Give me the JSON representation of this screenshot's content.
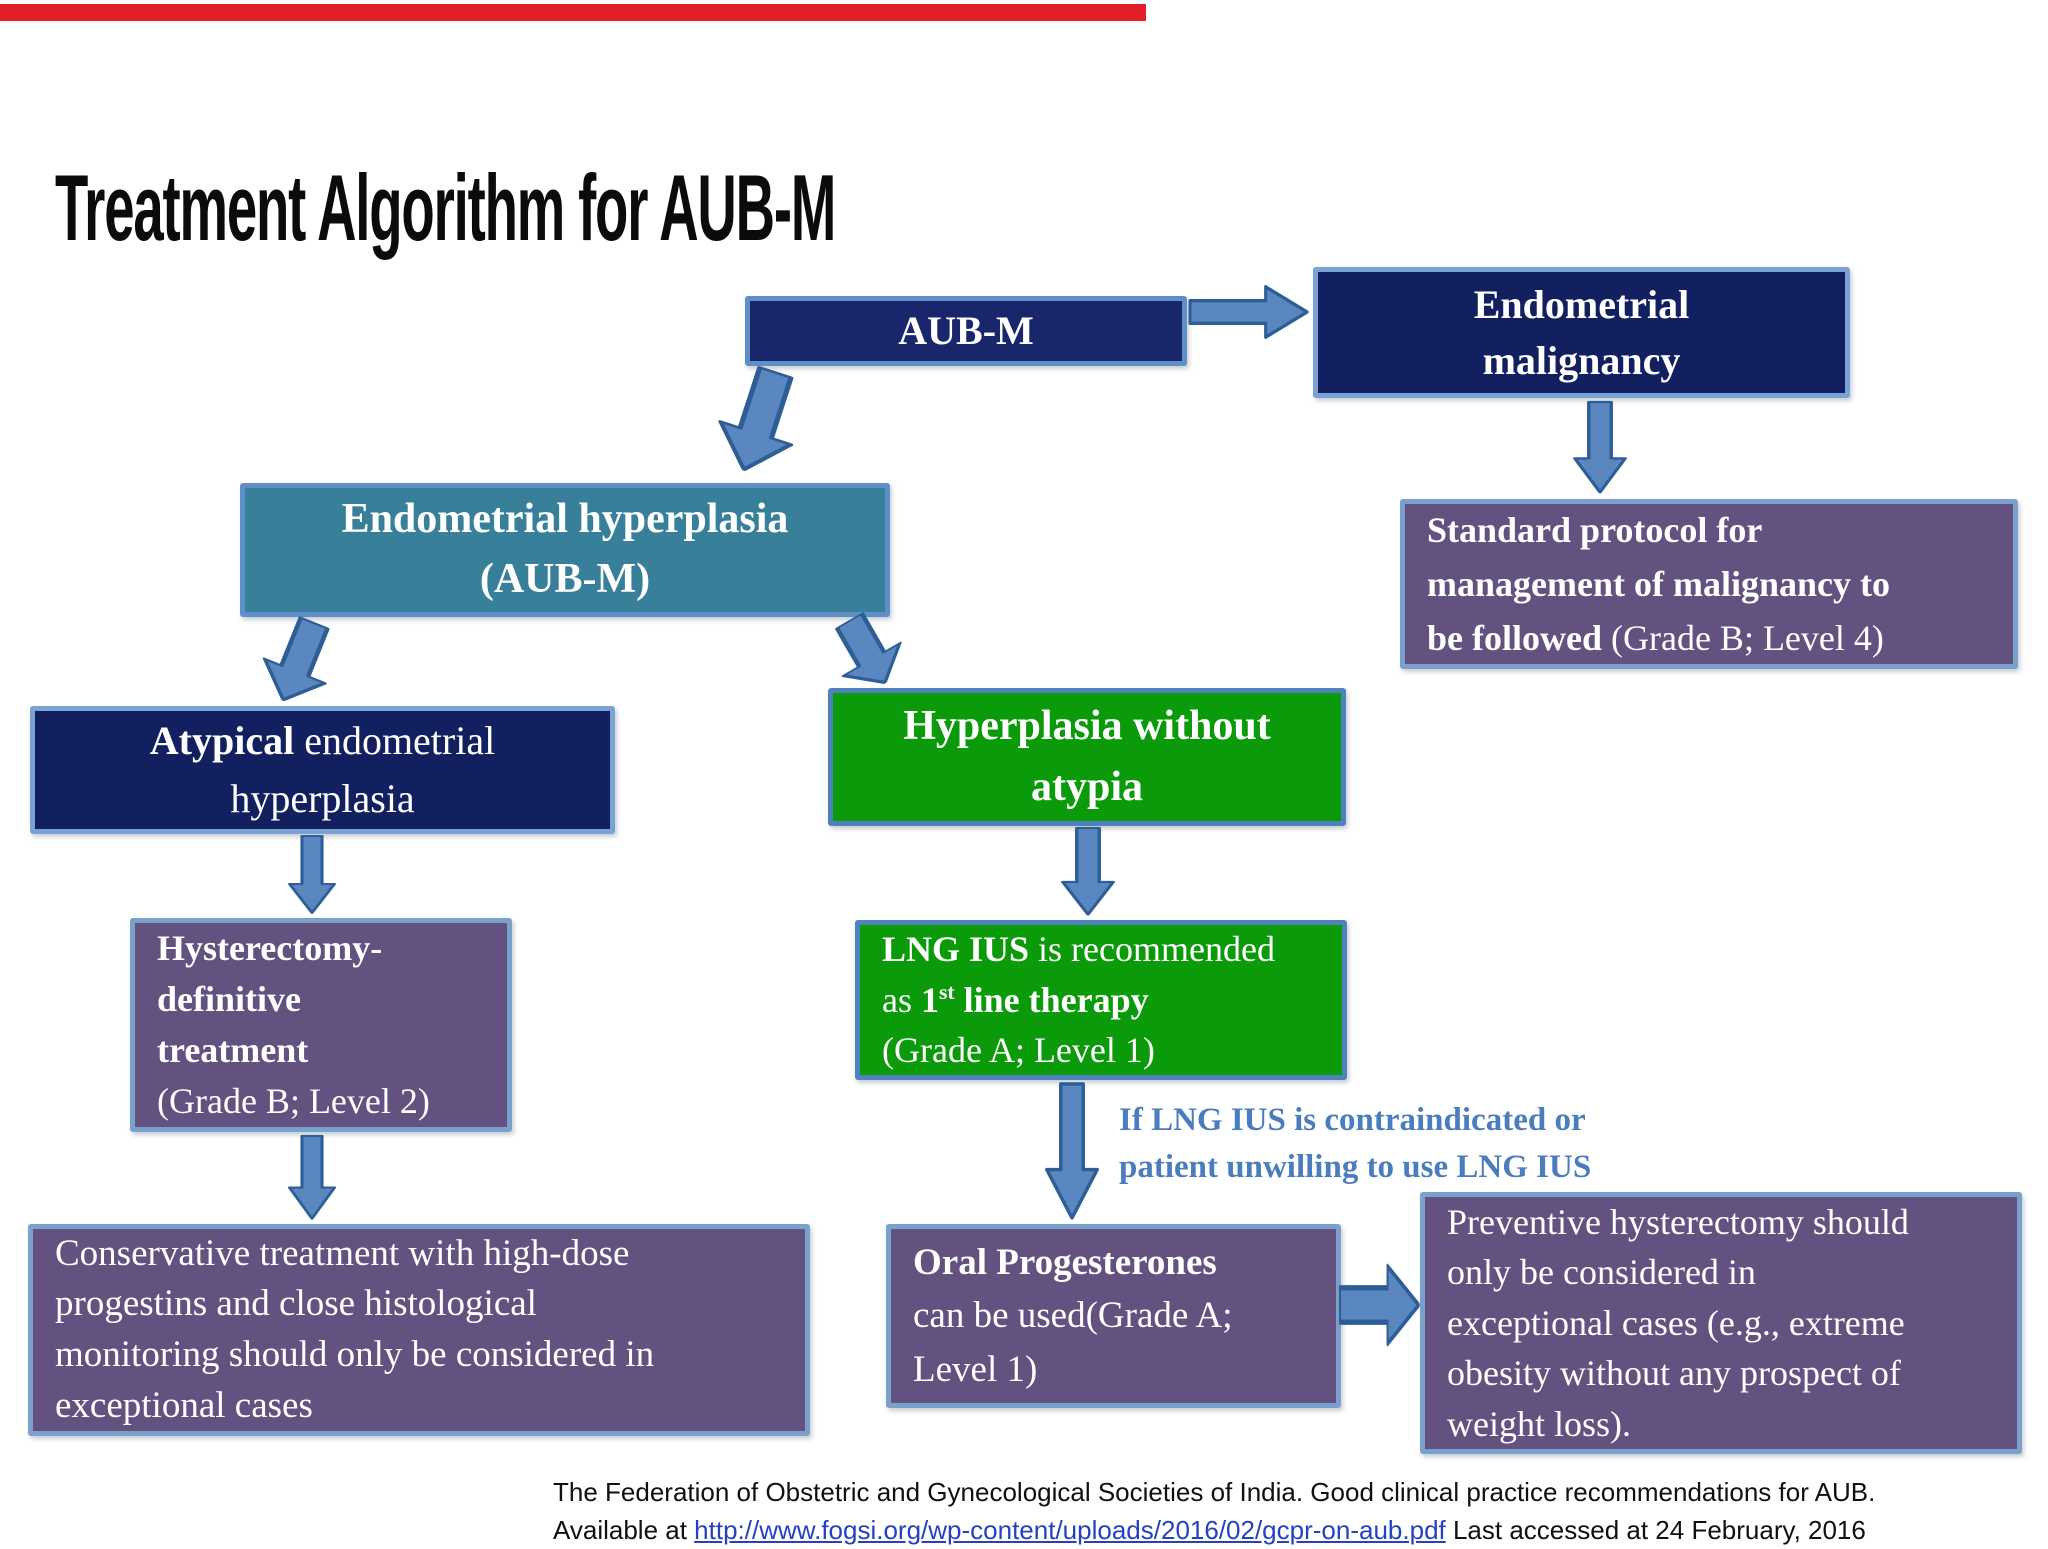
{
  "title": "Treatment Algorithm for AUB-M",
  "palette": {
    "top_bar_red": "#e21f26",
    "navy_box": "#19266b",
    "teal_box": "#38809a",
    "green_box": "#0a9a0a",
    "purple_box": "#63517f",
    "box_border_blue": "#5e8fc7",
    "arrow_blue": "#5b87c0",
    "note_blue": "#4a7dbd",
    "link_blue": "#2441c5"
  },
  "nodes": {
    "aubm": {
      "color": "navy",
      "lines": [
        [
          {
            "t": "AUB-M",
            "b": true
          }
        ]
      ]
    },
    "em": {
      "color": "navy",
      "lines": [
        [
          {
            "t": "Endometrial",
            "b": true
          }
        ],
        [
          {
            "t": "malignancy",
            "b": true
          }
        ]
      ]
    },
    "std": {
      "color": "purple",
      "lines": [
        [
          {
            "t": "Standard protocol for",
            "b": true
          }
        ],
        [
          {
            "t": "management of malignancy to",
            "b": true
          }
        ],
        [
          {
            "t": "be followed ",
            "b": true
          },
          {
            "t": "(Grade B; Level 4)",
            "b": false
          }
        ]
      ]
    },
    "eh": {
      "color": "teal",
      "lines": [
        [
          {
            "t": "Endometrial hyperplasia",
            "b": true
          }
        ],
        [
          {
            "t": "(AUB-M)",
            "b": true
          }
        ]
      ]
    },
    "atyp": {
      "color": "navy",
      "lines": [
        [
          {
            "t": "Atypical",
            "b": true
          },
          {
            "t": " endometrial",
            "b": false
          }
        ],
        [
          {
            "t": "hyperplasia",
            "b": false
          }
        ]
      ]
    },
    "hwa": {
      "color": "green",
      "lines": [
        [
          {
            "t": "Hyperplasia without",
            "b": true
          }
        ],
        [
          {
            "t": "atypia",
            "b": true
          }
        ]
      ]
    },
    "hyst": {
      "color": "purple",
      "lines": [
        [
          {
            "t": "Hysterectomy-",
            "b": true
          }
        ],
        [
          {
            "t": "definitive",
            "b": true
          }
        ],
        [
          {
            "t": "treatment",
            "b": true
          }
        ],
        [
          {
            "t": "(Grade B; Level 2)",
            "b": false
          }
        ]
      ]
    },
    "lng": {
      "color": "green",
      "lines": [
        [
          {
            "t": "LNG IUS",
            "b": true
          },
          {
            "t": " is recommended",
            "b": false
          }
        ],
        [
          {
            "t": "as ",
            "b": false
          },
          {
            "t": "1",
            "b": true
          },
          {
            "t": "st",
            "b": true,
            "sup": true
          },
          {
            "t": " line therapy",
            "b": true
          }
        ],
        [
          {
            "t": "(Grade A; Level 1)",
            "b": false
          }
        ]
      ]
    },
    "cons": {
      "color": "purple",
      "lines": [
        [
          {
            "t": "Conservative treatment with high-dose",
            "b": false
          }
        ],
        [
          {
            "t": "progestins and close histological",
            "b": false
          }
        ],
        [
          {
            "t": "monitoring should only be considered in",
            "b": false
          }
        ],
        [
          {
            "t": "exceptional cases",
            "b": false
          }
        ]
      ]
    },
    "oral": {
      "color": "purple",
      "lines": [
        [
          {
            "t": "Oral Progesterones",
            "b": true
          }
        ],
        [
          {
            "t": "can be used(Grade A;",
            "b": false
          }
        ],
        [
          {
            "t": "Level 1)",
            "b": false
          }
        ]
      ]
    },
    "prev": {
      "color": "purple",
      "lines": [
        [
          {
            "t": "Preventive hysterectomy should",
            "b": false
          }
        ],
        [
          {
            "t": "only be considered in",
            "b": false
          }
        ],
        [
          {
            "t": "exceptional cases (e.g., extreme",
            "b": false
          }
        ],
        [
          {
            "t": "obesity without any prospect of",
            "b": false
          }
        ],
        [
          {
            "t": "weight loss).",
            "b": false
          }
        ]
      ]
    }
  },
  "note": {
    "lines": [
      [
        {
          "t": "If LNG IUS is contraindicated or",
          "b": true
        }
      ],
      [
        {
          "t": "patient unwilling to use LNG IUS",
          "b": true
        }
      ]
    ]
  },
  "footer": {
    "line1": "The Federation of  Obstetric and Gynecological Societies of India. Good clinical practice recommendations for AUB.",
    "line2_rich": [
      [
        {
          "t": "Available at ",
          "b": false
        },
        {
          "t": "http://www.fogsi.org/wp-content/uploads/2016/02/gcpr-on-aub.pdf",
          "b": false,
          "link": true
        },
        {
          "t": "  Last accessed at 24 February, 2016",
          "b": false
        }
      ]
    ]
  }
}
